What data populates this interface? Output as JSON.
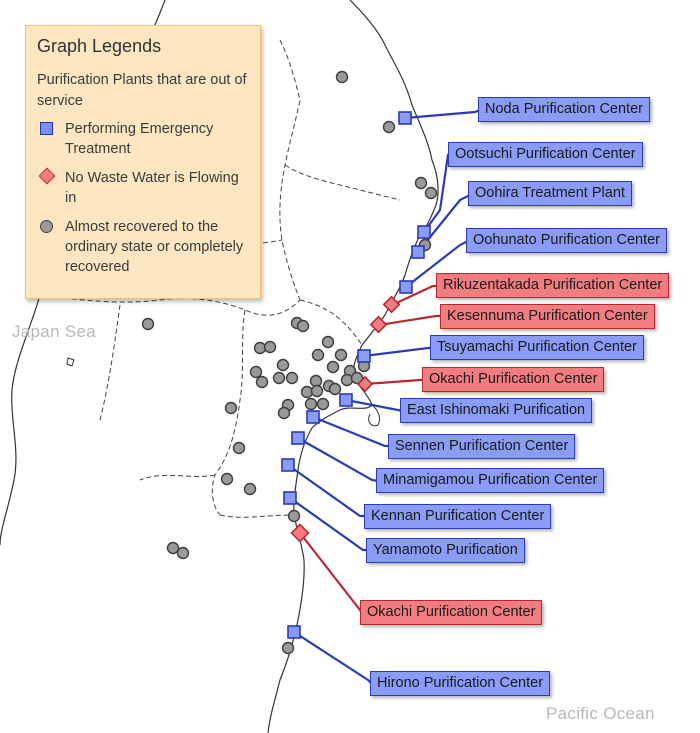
{
  "legend": {
    "title": "Graph Legends",
    "subtitle": "Purification Plants that are out of service",
    "items": [
      {
        "symbol": "blue-square",
        "label": "Performing Emergency Treatment"
      },
      {
        "symbol": "red-diamond",
        "label": "No Waste Water is Flowing in"
      },
      {
        "symbol": "gray-circle",
        "label": "Almost recovered to the ordinary state or completely recovered"
      }
    ]
  },
  "seas": {
    "west": "Japan Sea",
    "east": "Pacific Ocean"
  },
  "colors": {
    "emergency_fill": "#8a9cf5",
    "emergency_border": "#2a3bb5",
    "no_inflow_fill": "#f27d81",
    "no_inflow_border": "#b82830",
    "recovered_fill": "#9a9a9a",
    "legend_bg": "#fde7c3"
  },
  "plants": [
    {
      "name": "Noda Purification Center",
      "status": "emergency"
    },
    {
      "name": "Ootsuchi Purification Center",
      "status": "emergency"
    },
    {
      "name": "Oohira Treatment Plant",
      "status": "emergency"
    },
    {
      "name": "Oohunato Purification Center",
      "status": "emergency"
    },
    {
      "name": "Rikuzentakada Purification Center",
      "status": "no-inflow"
    },
    {
      "name": "Kesennuma Purification Center",
      "status": "no-inflow"
    },
    {
      "name": "Tsuyamachi Purification Center",
      "status": "emergency"
    },
    {
      "name": "Okachi Purification Center",
      "status": "no-inflow"
    },
    {
      "name": "East Ishinomaki Purification",
      "status": "emergency"
    },
    {
      "name": "Sennen Purification Center",
      "status": "emergency"
    },
    {
      "name": "Minamigamou Purification Center",
      "status": "emergency"
    },
    {
      "name": "Kennan Purification Center",
      "status": "emergency"
    },
    {
      "name": "Yamamoto Purification",
      "status": "emergency"
    },
    {
      "name": "Okachi Purification Center",
      "status": "no-inflow"
    },
    {
      "name": "Hirono Purification Center",
      "status": "emergency"
    }
  ]
}
